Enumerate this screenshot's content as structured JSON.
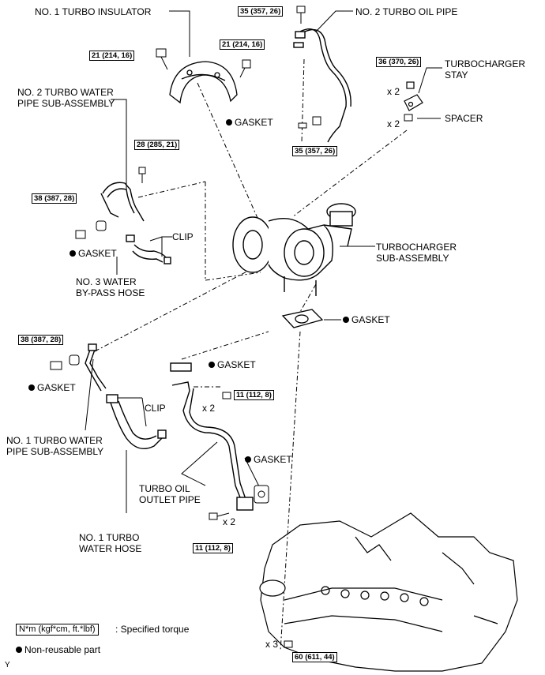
{
  "labels": {
    "no1_turbo_insulator": "NO. 1 TURBO INSULATOR",
    "no2_turbo_oil_pipe": "NO. 2 TURBO OIL PIPE",
    "no2_water_pipe_line1": "NO. 2 TURBO WATER",
    "no2_water_pipe_line2": "PIPE SUB-ASSEMBLY",
    "turbo_stay_line1": "TURBOCHARGER",
    "turbo_stay_line2": "STAY",
    "spacer": "SPACER",
    "gasket": "GASKET",
    "clip": "CLIP",
    "no3_hose_line1": "NO. 3 WATER",
    "no3_hose_line2": "BY-PASS HOSE",
    "turbo_sub_line1": "TURBOCHARGER",
    "turbo_sub_line2": "SUB-ASSEMBLY",
    "no1_water_pipe_line1": "NO. 1 TURBO WATER",
    "no1_water_pipe_line2": "PIPE SUB-ASSEMBLY",
    "no1_hose_line1": "NO. 1 TURBO",
    "no1_hose_line2": "WATER HOSE",
    "oil_outlet_line1": "TURBO OIL",
    "oil_outlet_line2": "OUTLET PIPE"
  },
  "torques": {
    "t35a": "35 (357, 26)",
    "t21a": "21 (214, 16)",
    "t21b": "21 (214, 16)",
    "t36": "36 (370, 26)",
    "t35b": "35 (357, 26)",
    "t28": "28 (285, 21)",
    "t38a": "38 (387, 28)",
    "t38b": "38 (387, 28)",
    "t11a": "11 (112, 8)",
    "t11b": "11 (112, 8)",
    "t60": "60 (611, 44)"
  },
  "multipliers": {
    "m_stay": "x 2",
    "m_spacer": "x 2",
    "m_nut11": "x 2",
    "m_bolt11": "x 2",
    "m_60": "x 3"
  },
  "legend": {
    "torque_box": "N*m (kgf*cm, ft.*lbf)",
    "torque_text": ": Specified torque",
    "nonreusable": "Non-reusable part",
    "corner_mark": "Y"
  }
}
